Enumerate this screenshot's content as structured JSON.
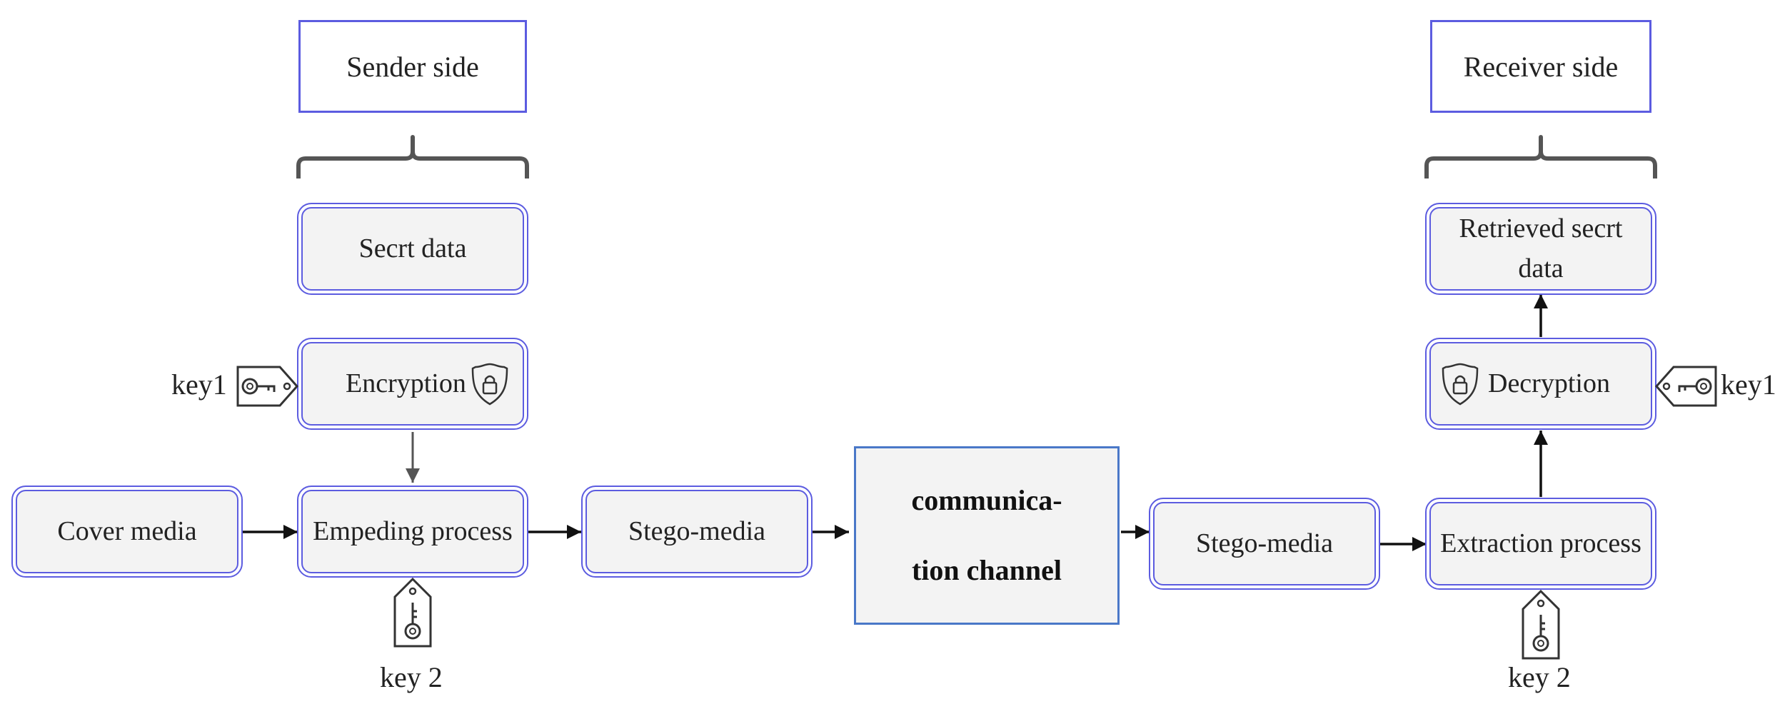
{
  "sender_label": "Sender side",
  "receiver_label": "Receiver side",
  "sender": {
    "secret": "Secrt data",
    "encryption": "Encryption",
    "cover": "Cover media",
    "embedding": "Empeding process",
    "stego": "Stego-media",
    "key1": "key1",
    "key2": "key 2"
  },
  "channel": {
    "line1": "communica-",
    "line2": "tion channel"
  },
  "receiver": {
    "stego": "Stego-media",
    "extraction": "Extraction process",
    "decryption": "Decryption",
    "retrieved": "Retrieved secrt data",
    "key1": "key1",
    "key2": "key 2"
  },
  "icons": [
    "shield-lock-icon",
    "key-tag-icon"
  ],
  "colors": {
    "node_border": "#5c5ce0",
    "node_fill": "#f3f3f3",
    "channel_border": "#4a78c8",
    "arrow": "#111111",
    "brace": "#555555"
  }
}
